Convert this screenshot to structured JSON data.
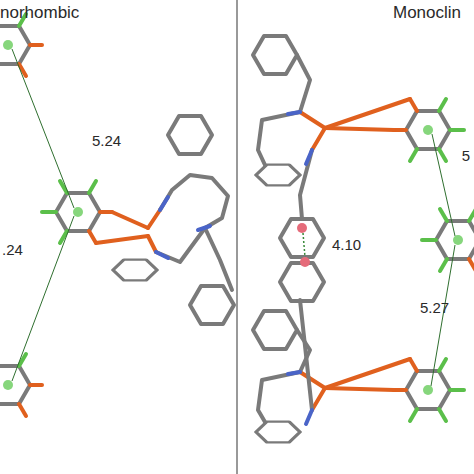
{
  "diagram": {
    "labels": [
      "norhombic",
      "5.24",
      ".24",
      "Monoclin",
      "4.10",
      "5",
      "5.27"
    ]
  }
}
